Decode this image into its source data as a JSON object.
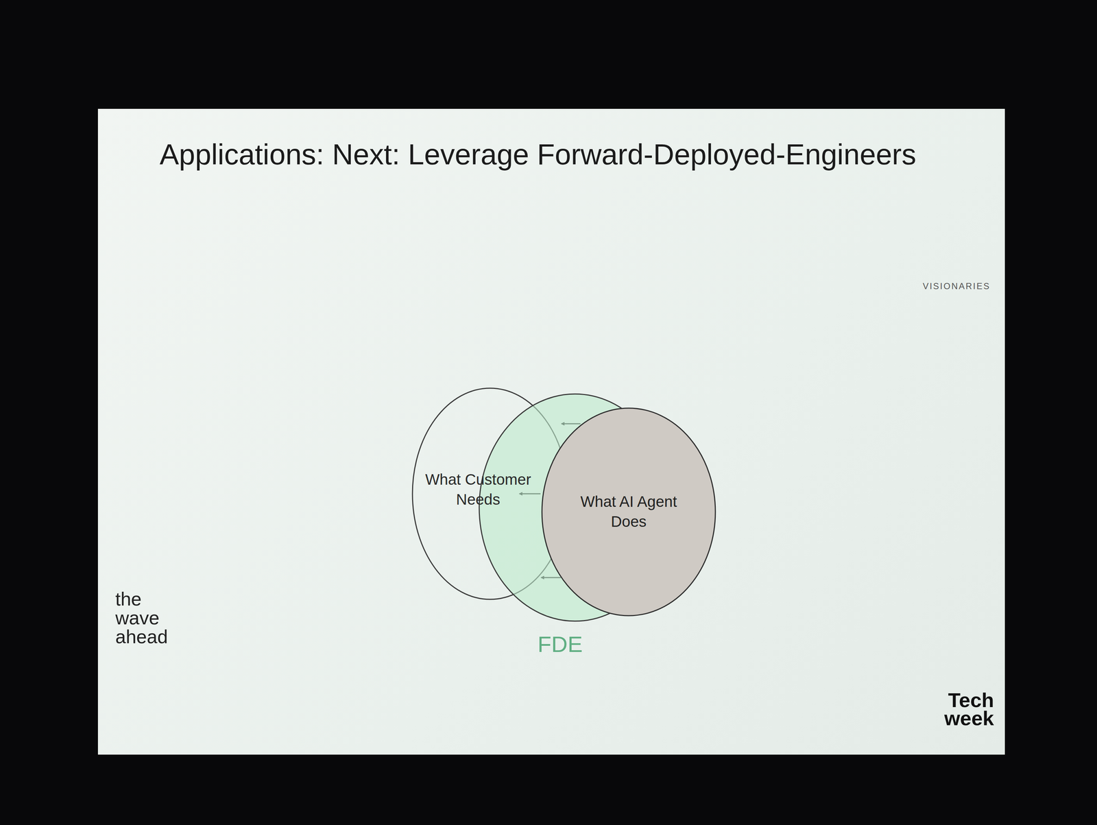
{
  "diagram": {
    "title": "Applications: Next: Leverage Forward-Deployed-Engineers",
    "nodes": [
      {
        "text": [
          "What Customer Needs"
        ]
      },
      {
        "text": [
          "FDE"
        ]
      },
      {
        "text": [
          "What AI Agent Does"
        ]
      }
    ],
    "labels": [
      "VISIONARIES",
      "the wave ahead",
      "Tech week"
    ]
  }
}
